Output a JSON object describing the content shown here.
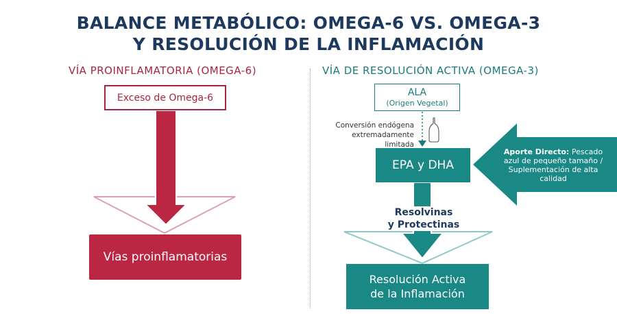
{
  "title": {
    "line1": "BALANCE METABÓLICO: OMEGA-6 VS. OMEGA-3",
    "line2": "Y RESOLUCIÓN DE LA INFLAMACIÓN"
  },
  "left": {
    "heading": "VÍA PROINFLAMATORIA (OMEGA-6)",
    "source_box": "Exceso de Omega-6",
    "result_box": "Vías proinflamatorias"
  },
  "right": {
    "heading": "VÍA DE RESOLUCIÓN ACTIVA (OMEGA-3)",
    "ala_main": "ALA",
    "ala_sub": "(Origen Vegetal)",
    "conversion_line1": "Conversión endógena",
    "conversion_line2": "extremadamente limitada",
    "epa_dha": "EPA y DHA",
    "direct_bold": "Aporte Directo:",
    "direct_text": " Pescado azul de pequeño tamaño / Suplementación de alta calidad",
    "resolvins_line1": "Resolvinas",
    "resolvins_line2": "y Protectinas",
    "resolution_line1": "Resolución Activa",
    "resolution_line2": "de la Inflamación"
  },
  "colors": {
    "navy": "#1d3a5e",
    "crimson": "#a8253f",
    "crimson_fill": "#bb2643",
    "teal": "#1a8885",
    "teal_text": "#197c7a"
  },
  "icons": {
    "bottle": "bottle-icon"
  }
}
